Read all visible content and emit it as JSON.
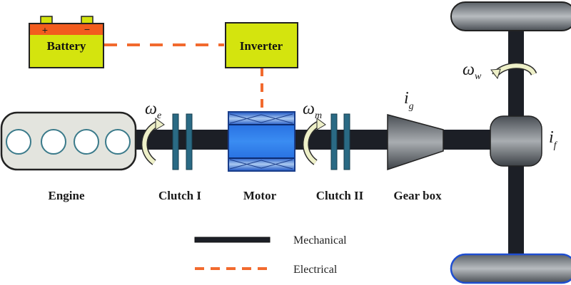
{
  "diagram": {
    "title": "Hybrid electric powertrain",
    "components": {
      "battery": {
        "label": "Battery",
        "plus": "+",
        "minus": "−"
      },
      "inverter": {
        "label": "Inverter"
      },
      "engine": {
        "label": "Engine"
      },
      "clutch1": {
        "label": "Clutch I"
      },
      "motor": {
        "label": "Motor"
      },
      "clutch2": {
        "label": "Clutch II"
      },
      "gearbox": {
        "label": "Gear box"
      }
    },
    "symbols": {
      "omega_e": {
        "base": "ω",
        "sub": "e"
      },
      "omega_m": {
        "base": "ω",
        "sub": "m"
      },
      "omega_w": {
        "base": "ω",
        "sub": "w"
      },
      "i_g": {
        "base": "i",
        "sub": "g"
      },
      "i_f": {
        "base": "i",
        "sub": "f"
      }
    },
    "legend": [
      {
        "label": "Mechanical",
        "style": "solid",
        "color": "#1c1f26"
      },
      {
        "label": "Electrical",
        "style": "dashed",
        "color": "#f26a2e"
      }
    ],
    "colors": {
      "battery_body": "#d4e40e",
      "battery_top": "#f25c1e",
      "inverter": "#d4e40e",
      "motor": "#1f6fe0",
      "clutch": "#2a6a84",
      "shaft": "#1c1f26",
      "electrical": "#f26a2e",
      "arrow": "#eef0c8"
    }
  }
}
